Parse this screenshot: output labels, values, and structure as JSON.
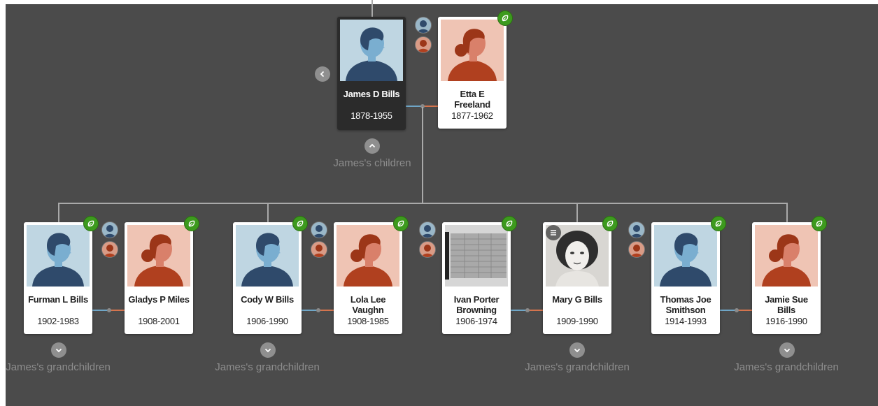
{
  "root_couple": {
    "person": {
      "name": "James D Bills",
      "dates": "1878-1955"
    },
    "spouse": {
      "name": "Etta E Freeland",
      "dates": "1877-1962"
    }
  },
  "children_label": "James's children",
  "grandchildren_label": "James's grandchildren",
  "children": [
    {
      "name": "Furman L Bills",
      "dates": "1902-1983"
    },
    {
      "name": "Gladys P Miles",
      "dates": "1908-2001"
    },
    {
      "name": "Cody W Bills",
      "dates": "1906-1990"
    },
    {
      "name": "Lola Lee Vaughn",
      "dates": "1908-1985"
    },
    {
      "name": "Ivan Porter Browning",
      "dates": "1906-1974"
    },
    {
      "name": "Mary G Bills",
      "dates": "1909-1990"
    },
    {
      "name": "Thomas Joe Smithson",
      "dates": "1914-1993"
    },
    {
      "name": "Jamie Sue Bills",
      "dates": "1916-1990"
    }
  ],
  "colors": {
    "male_bg": "#bfd6e2",
    "female_bg": "#efc4b4",
    "hint_green": "#3d9a1e"
  },
  "icons": [
    "leaf-hint-icon",
    "male-silhouette-icon",
    "female-silhouette-icon",
    "chevron-left-icon",
    "chevron-up-icon",
    "chevron-down-icon",
    "gallery-icon"
  ]
}
